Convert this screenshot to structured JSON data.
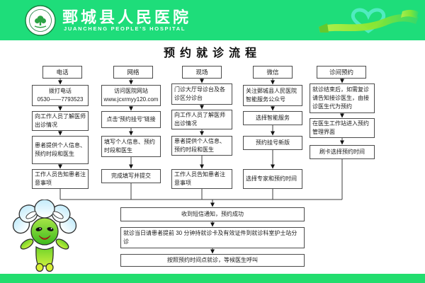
{
  "header": {
    "hospital_name": "鄄城县人民医院",
    "hospital_name_en": "JUANCHENG PEOPLE'S HOSPITAL"
  },
  "title": "预约就诊流程",
  "flow": {
    "columns": [
      {
        "label": "电话",
        "steps": [
          "拨打电话\n0530——7793523",
          "向工作人员了解医师出诊情况",
          "患者提供个人信息、预约时段和医生",
          "工作人员告知患者注意事项"
        ]
      },
      {
        "label": "网络",
        "steps": [
          "访问医院网站\nwww.jcxrmyy120.com",
          "点击“预约挂号”链接",
          "填写个人信息、预约时段和医生",
          "完成填写并提交"
        ]
      },
      {
        "label": "现场",
        "steps": [
          "门诊大厅导诊台及各诊区分诊台",
          "向工作人员了解医师出诊情况",
          "患者提供个人信息、预约时段和医生",
          "工作人员告知患者注意事项"
        ]
      },
      {
        "label": "微信",
        "steps": [
          "关注鄄城县人民医院智能服务公众号",
          "选择智能服务",
          "预约挂号新版",
          "选择专家和预约时间"
        ]
      },
      {
        "label": "诊间预约",
        "steps": [
          "就诊结束后，如需复诊请告知接诊医生，由接诊医生代为预约",
          "在医生工作站进入预约管理界面",
          "刷卡选择预约时间"
        ]
      }
    ],
    "merged_steps": [
      "收到短信通知，预约成功",
      "就诊当日请患者提前 30 分钟持就诊卡及有效证件到就诊科室护士站分诊",
      "按照预约时间点就诊，等候医生呼叫"
    ]
  },
  "icons": {
    "logo": "hospital-logo-tree-emblem",
    "decoration": "heart-ribbon",
    "mascot": "flower-sprout-mascot"
  },
  "colors": {
    "band_green": "#1edd7a",
    "box_border": "#4b4b4b",
    "heart_teal": "#4fe8c4",
    "ribbon_green": "#9ae62e"
  }
}
